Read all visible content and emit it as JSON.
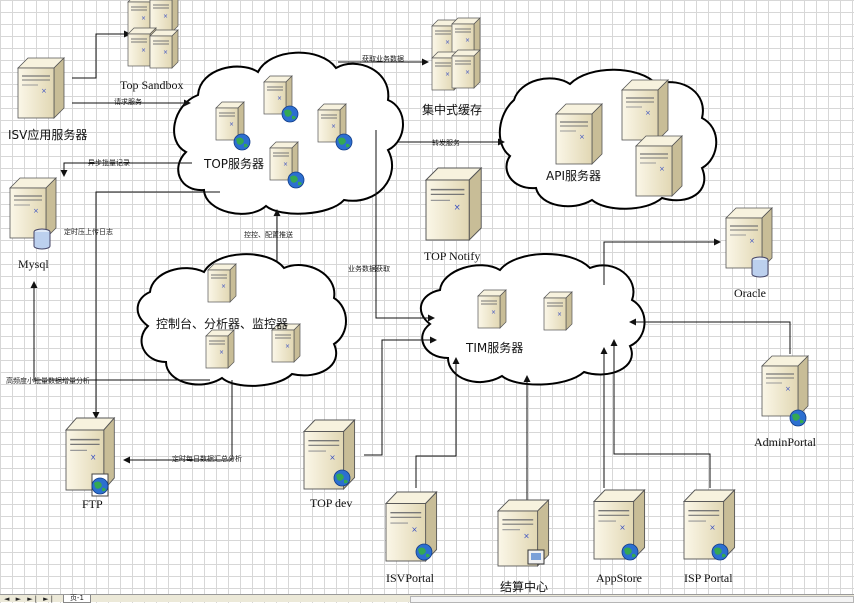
{
  "nodes": {
    "isv_server": "ISV应用服务器",
    "top_sandbox": "Top Sandbox",
    "central_cache": "集中式缓存",
    "top_server": "TOP服务器",
    "api_server": "API服务器",
    "mysql": "Mysql",
    "top_notify": "TOP Notify",
    "oracle": "Oracle",
    "console_cluster": "控制台、分析器、监控器",
    "tim_server": "TIM服务器",
    "admin_portal": "AdminPortal",
    "ftp": "FTP",
    "top_dev": "TOP dev",
    "isv_portal": "ISVPortal",
    "settlement": "结算中心",
    "appstore": "AppStore",
    "isp_portal": "ISP Portal"
  },
  "edges": {
    "request_service": "请求服务",
    "fetch_business_data": "获取业务数据",
    "forward_service": "转发服务",
    "async_batch_record": "异步批量记录",
    "scheduled_log_upload": "定时压上传日志",
    "control_config_push": "控控、配置推送",
    "business_data_fetch": "业务数据获取",
    "high_freq_analysis": "高频度小批量数据增量分析",
    "daily_summary_analysis": "定时每日数据汇总分析"
  },
  "statusbar": {
    "nav": "◄ ► ►| ►|",
    "tab": "页-1"
  },
  "colors": {
    "server_body": "#efe8cf",
    "server_side": "#c8bd97",
    "globe": "#1f5fbf",
    "line": "#111111"
  }
}
